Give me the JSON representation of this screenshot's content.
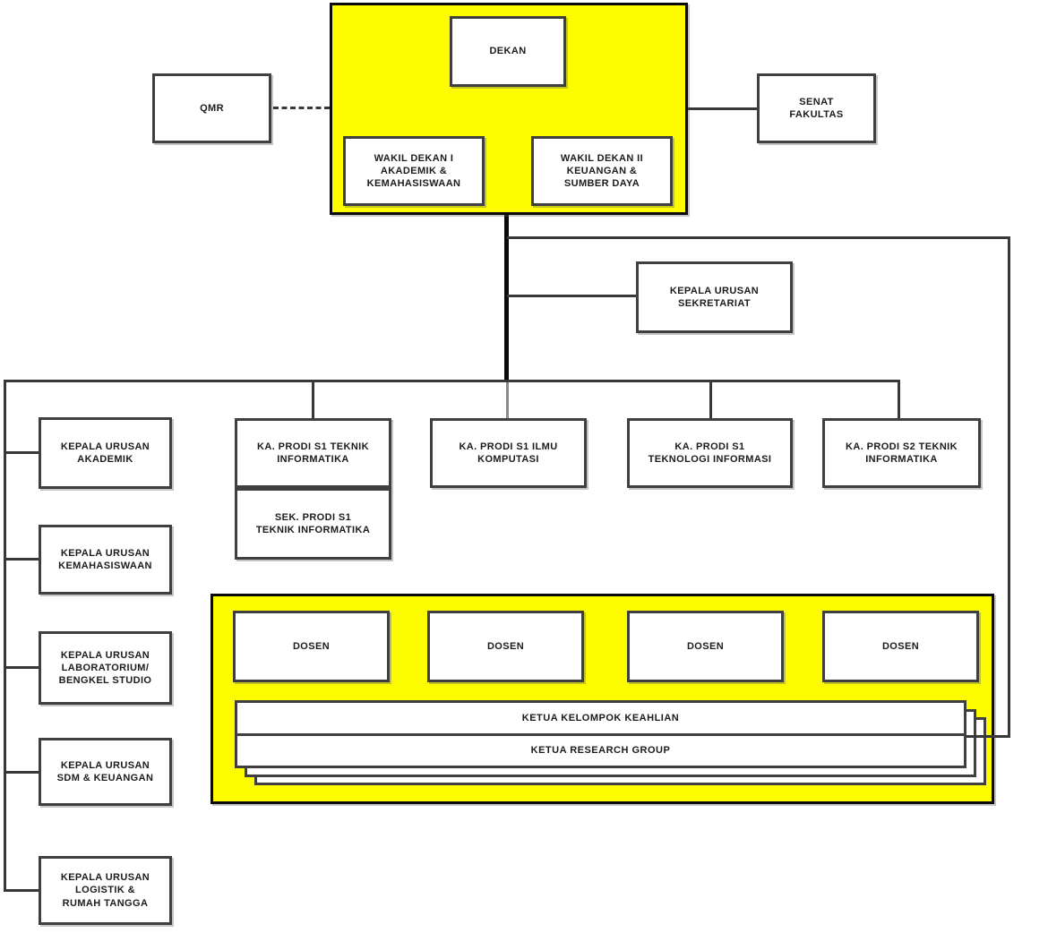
{
  "diagram": {
    "type": "org-chart",
    "colors": {
      "highlight_yellow": "#fdfd00",
      "box_background": "#ffffff",
      "box_border": "#3f3f3f",
      "connector_line": "#383838",
      "trunk_line": "#0a0a0a"
    },
    "nodes": {
      "qmr": {
        "label": "QMR"
      },
      "senat": {
        "label": "SENAT\nFAKULTAS"
      },
      "dekan": {
        "label": "DEKAN"
      },
      "wakil_dekan_1": {
        "label": "WAKIL DEKAN I\nAKADEMIK &\nKEMAHASISWAAN"
      },
      "wakil_dekan_2": {
        "label": "WAKIL DEKAN II\nKEUANGAN &\nSUMBER DAYA"
      },
      "sekretariat": {
        "label": "KEPALA URUSAN\nSEKRETARIAT"
      },
      "kaur": [
        {
          "label": "KEPALA URUSAN\nAKADEMIK"
        },
        {
          "label": "KEPALA URUSAN\nKEMAHASISWAAN"
        },
        {
          "label": "KEPALA URUSAN\nLABORATORIUM/\nBENGKEL STUDIO"
        },
        {
          "label": "KEPALA URUSAN\nSDM & KEUANGAN"
        },
        {
          "label": "KEPALA URUSAN\nLOGISTIK &\nRUMAH TANGGA"
        }
      ],
      "prodi": [
        {
          "label": "KA. PRODI S1 TEKNIK\nINFORMATIKA"
        },
        {
          "label": "KA. PRODI S1 ILMU\nKOMPUTASI"
        },
        {
          "label": "KA. PRODI S1\nTEKNOLOGI INFORMASI"
        },
        {
          "label": "KA. PRODI S2 TEKNIK\nINFORMATIKA"
        }
      ],
      "sek_prodi": {
        "label": "SEK. PRODI S1\nTEKNIK INFORMATIKA"
      },
      "dosen": [
        {
          "label": "DOSEN"
        },
        {
          "label": "DOSEN"
        },
        {
          "label": "DOSEN"
        },
        {
          "label": "DOSEN"
        }
      ],
      "ketua_kelompok_keahlian": {
        "label": "KETUA KELOMPOK KEAHLIAN"
      },
      "ketua_research_group": {
        "label": "KETUA RESEARCH GROUP"
      }
    }
  }
}
